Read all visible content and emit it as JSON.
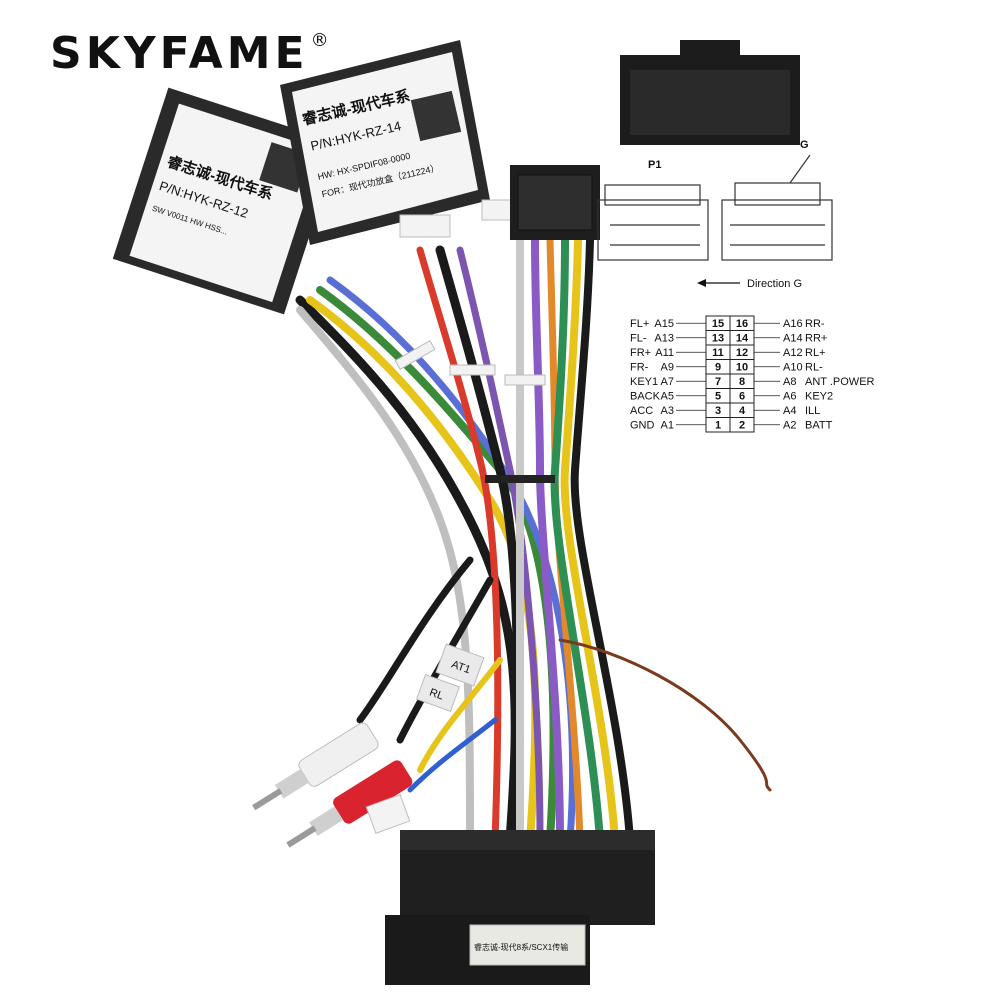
{
  "brand": {
    "name": "SKYFAME",
    "registered_mark": "®"
  },
  "module_left": {
    "title": "睿志诚-现代车系",
    "part_number": "P/N:HYK-RZ-12",
    "sw_hw": "SW V0011 HW HSS..."
  },
  "module_right": {
    "title": "睿志诚-现代车系",
    "part_number": "P/N:HYK-RZ-14",
    "hw": "HW: HX-SPDIF08-0000",
    "for": "FOR：现代功放盒（211224）"
  },
  "bottom_connector_label": "睿志诚-现代8系/SCX1传输",
  "cable_tags": {
    "tag1": "AT1",
    "tag2": "RL"
  },
  "connector_diagram": {
    "p1_label": "P1",
    "g_label": "G",
    "direction_label": "Direction G",
    "pin_rows": [
      {
        "left_name": "FL+",
        "left_code": "A15",
        "pin_left": "15",
        "pin_right": "16",
        "right_code": "A16",
        "right_name": "RR-"
      },
      {
        "left_name": "FL-",
        "left_code": "A13",
        "pin_left": "13",
        "pin_right": "14",
        "right_code": "A14",
        "right_name": "RR+"
      },
      {
        "left_name": "FR+",
        "left_code": "A11",
        "pin_left": "11",
        "pin_right": "12",
        "right_code": "A12",
        "right_name": "RL+"
      },
      {
        "left_name": "FR-",
        "left_code": "A9",
        "pin_left": "9",
        "pin_right": "10",
        "right_code": "A10",
        "right_name": "RL-"
      },
      {
        "left_name": "KEY1",
        "left_code": "A7",
        "pin_left": "7",
        "pin_right": "8",
        "right_code": "A8",
        "right_name": "ANT .POWER"
      },
      {
        "left_name": "BACK",
        "left_code": "A5",
        "pin_left": "5",
        "pin_right": "6",
        "right_code": "A6",
        "right_name": "KEY2"
      },
      {
        "left_name": "ACC",
        "left_code": "A3",
        "pin_left": "3",
        "pin_right": "4",
        "right_code": "A4",
        "right_name": "ILL"
      },
      {
        "left_name": "GND",
        "left_code": "A1",
        "pin_left": "1",
        "pin_right": "2",
        "right_code": "A2",
        "right_name": "BATT"
      }
    ]
  }
}
